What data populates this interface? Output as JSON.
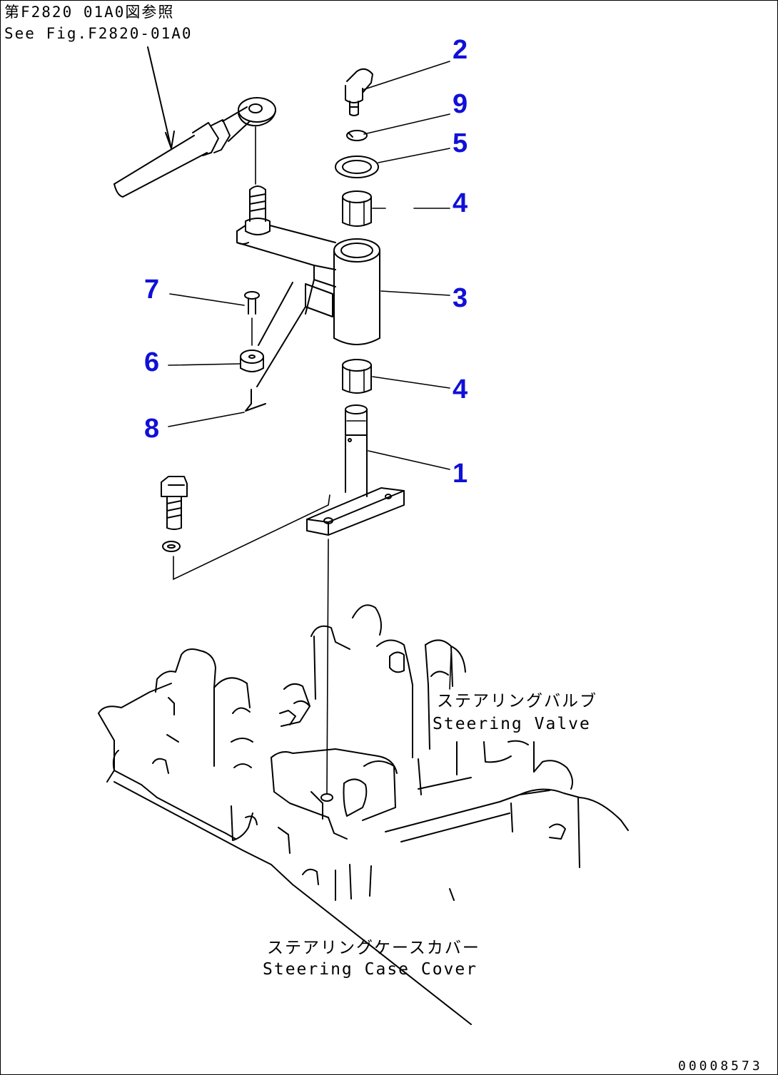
{
  "reference": {
    "line1": "第F2820 01A0図参照",
    "line2": "See Fig.F2820-01A0"
  },
  "callouts": {
    "c2": "2",
    "c9": "9",
    "c5": "5",
    "c4a": "4",
    "c3": "3",
    "c7": "7",
    "c6": "6",
    "c4b": "4",
    "c8": "8",
    "c1": "1"
  },
  "labels": {
    "steering_valve_jp": "ステアリングバルブ",
    "steering_valve_en": "Steering Valve",
    "case_cover_jp": "ステアリングケースカバー",
    "case_cover_en": "Steering Case Cover"
  },
  "drawing_number": "00008573",
  "colors": {
    "callout": "#1010d8",
    "line": "#000000",
    "background": "#ffffff"
  }
}
